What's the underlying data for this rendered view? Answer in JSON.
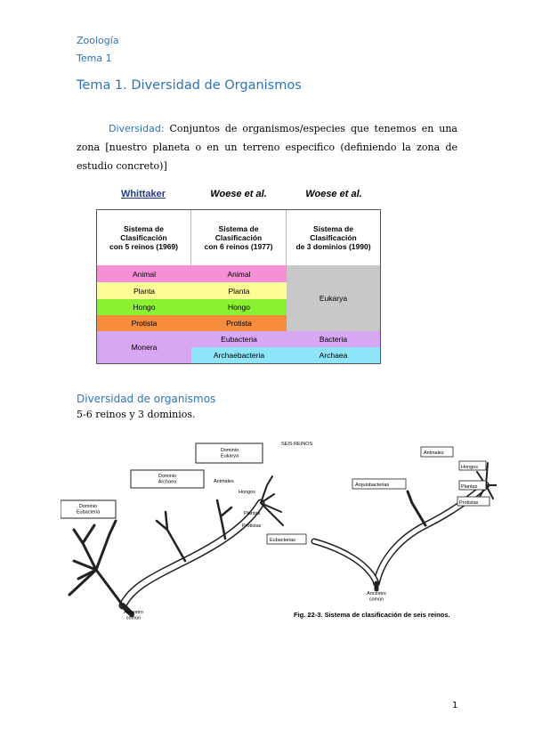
{
  "header": {
    "subject": "Zoología",
    "unit": "Tema 1"
  },
  "title": "Tema 1. Diversidad de Organismos",
  "definition": {
    "label": "Diversidad:",
    "text": "Conjuntos de organismos/especies que tenemos en una zona [nuestro planeta o en un terreno especifico (definiendo la zona de estudio concreto)]"
  },
  "classification_table": {
    "headers": [
      "Whittaker",
      "Woese et al.",
      "Woese et al."
    ],
    "col1_title": "Sistema de\nClasificación\ncon 5 reinos (1969)",
    "col2_title": "Sistema de\nClasificación\ncon 6 reinos (1977)",
    "col3_title": "Sistema de\nClasificación\nde 3 dominios (1990)",
    "five_kingdoms": [
      "Animal",
      "Planta",
      "Hongo",
      "Protista",
      "Monera"
    ],
    "six_kingdoms": [
      "Animal",
      "Planta",
      "Hongo",
      "Protista",
      "Eubacteria",
      "Archaebacteria"
    ],
    "three_domains": [
      "Eukarya",
      "Bacteria",
      "Archaea"
    ],
    "colors": {
      "animal": "#f78fd8",
      "planta": "#fcfc96",
      "hongo": "#8cf032",
      "protista": "#f68c3c",
      "monera": "#d8a7f4",
      "eukarya": "#c8c8c8",
      "archaea": "#8ee4f8"
    }
  },
  "section": {
    "title": "Diversidad de organismos",
    "subtitle": "5-6 reinos y 3 dominios."
  },
  "figure": {
    "left_tree": {
      "domains": [
        "Dominio\nEukarya",
        "Dominio\nArchaea",
        "Dominio\nEubacteria"
      ],
      "labels": [
        "Animales",
        "Hongos",
        "Plantas",
        "Protistas"
      ],
      "root": "Ancestro\ncomún"
    },
    "right_tree": {
      "title": "SEIS REINOS",
      "labels": [
        "Animales",
        "Hongos",
        "Plantas",
        "Protistas",
        "Arquiobacterias",
        "Eubacterias"
      ],
      "root": "Ancestro\ncomún"
    },
    "caption": "Fig. 22-3. Sistema de clasificación de seis reinos."
  },
  "page_number": "1"
}
